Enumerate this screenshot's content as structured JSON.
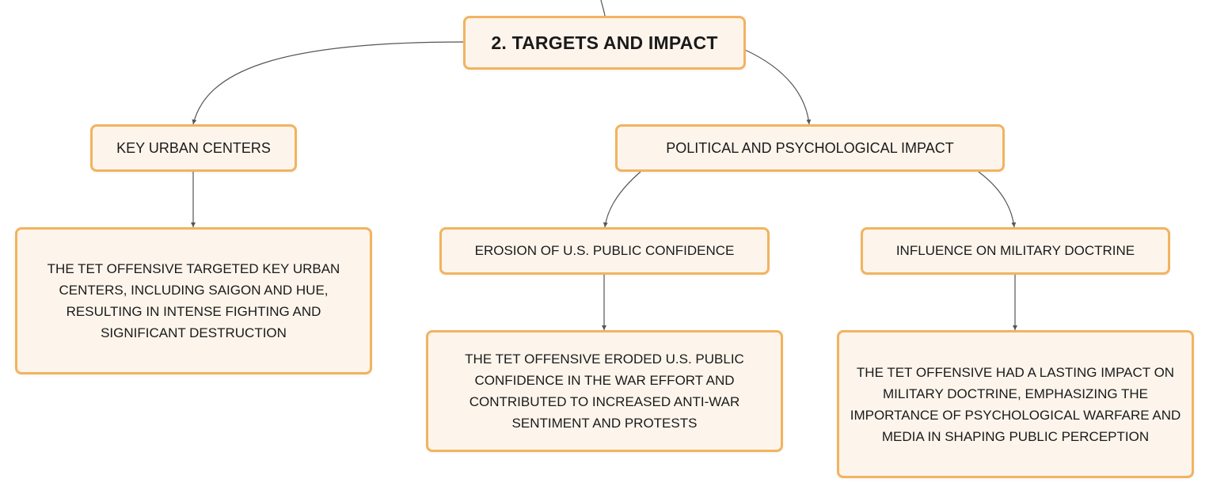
{
  "diagram": {
    "root": {
      "label": "2. TARGETS AND IMPACT"
    },
    "branches": [
      {
        "label": "KEY URBAN CENTERS",
        "detail": "THE TET OFFENSIVE TARGETED KEY URBAN CENTERS, INCLUDING SAIGON AND HUE, RESULTING IN INTENSE FIGHTING AND SIGNIFICANT DESTRUCTION"
      },
      {
        "label": "POLITICAL AND PSYCHOLOGICAL IMPACT",
        "children": [
          {
            "label": "EROSION OF U.S. PUBLIC CONFIDENCE",
            "detail": "THE TET OFFENSIVE ERODED U.S. PUBLIC CONFIDENCE IN THE WAR EFFORT AND CONTRIBUTED TO INCREASED ANTI-WAR SENTIMENT AND PROTESTS"
          },
          {
            "label": "INFLUENCE ON MILITARY DOCTRINE",
            "detail": "THE TET OFFENSIVE HAD A LASTING IMPACT ON MILITARY DOCTRINE, EMPHASIZING THE IMPORTANCE OF PSYCHOLOGICAL WARFARE AND MEDIA IN SHAPING PUBLIC PERCEPTION"
          }
        ]
      }
    ]
  },
  "colors": {
    "node_fill": "#fdf5ec",
    "node_border": "#f2b35f",
    "connector": "#555555",
    "text": "#1a1a1a"
  }
}
